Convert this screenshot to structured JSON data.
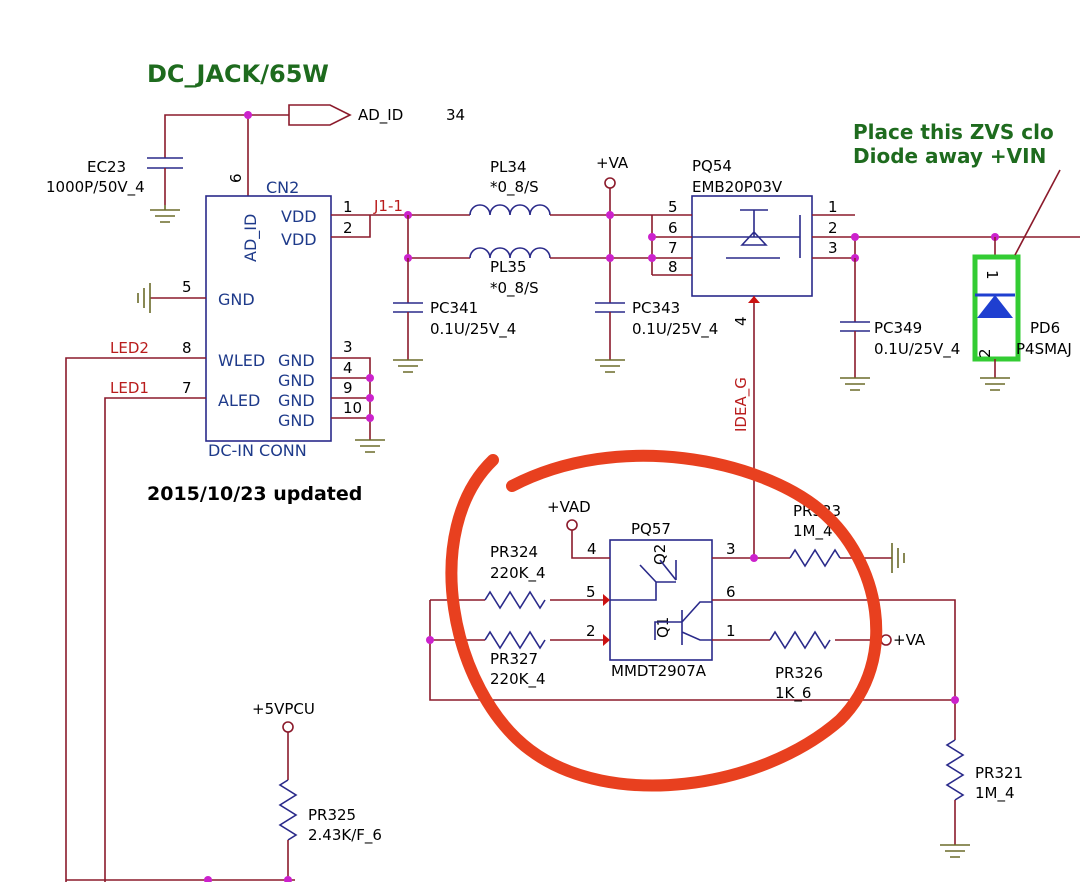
{
  "title": "DC_JACK/65W",
  "note": {
    "line1": "Place this ZVS clo",
    "line2": "Diode away +VIN"
  },
  "updated": "2015/10/23 updated",
  "offpage": {
    "ad_id": "AD_ID",
    "ad_id_num": "34"
  },
  "ec23": {
    "ref": "EC23",
    "value": "1000P/50V_4"
  },
  "cn2": {
    "ref": "CN2",
    "name": "DC-IN CONN",
    "pins": {
      "ad_id": "AD_ID",
      "vdd1": "VDD",
      "vdd2": "VDD",
      "gnd": "GND",
      "wled": "WLED",
      "aled": "ALED",
      "gnd3": "GND",
      "gnd4": "GND",
      "gnd9": "GND",
      "gnd10": "GND"
    },
    "nums": {
      "p6": "6",
      "p1": "1",
      "p2": "2",
      "p5": "5",
      "p8": "8",
      "p7": "7",
      "p3": "3",
      "p4": "4",
      "p9": "9",
      "p10": "10"
    }
  },
  "nets": {
    "j11": "J1-1",
    "led2": "LED2",
    "led1": "LED1",
    "idea_g": "IDEA_G",
    "va_top": "+VA",
    "va_right": "+VA",
    "vad": "+VAD",
    "vpcu": "+5VPCU"
  },
  "pl34": {
    "ref": "PL34",
    "value": "*0_8/S"
  },
  "pl35": {
    "ref": "PL35",
    "value": "*0_8/S"
  },
  "pc341": {
    "ref": "PC341",
    "value": "0.1U/25V_4"
  },
  "pc343": {
    "ref": "PC343",
    "value": "0.1U/25V_4"
  },
  "pc349": {
    "ref": "PC349",
    "value": "0.1U/25V_4"
  },
  "pq54": {
    "ref": "PQ54",
    "value": "EMB20P03V",
    "pins": {
      "p5": "5",
      "p6": "6",
      "p7": "7",
      "p8": "8",
      "p1": "1",
      "p2": "2",
      "p3": "3",
      "p4": "4"
    }
  },
  "pd6": {
    "ref": "PD6",
    "value": "P4SMAJ",
    "p1": "1",
    "p2": "2"
  },
  "pq57": {
    "ref": "PQ57",
    "value": "MMDT2907A",
    "q1": "Q1",
    "q2": "Q2",
    "pins": {
      "p4": "4",
      "p3": "3",
      "p5": "5",
      "p6": "6",
      "p2": "2",
      "p1": "1"
    }
  },
  "pr323": {
    "ref": "PR323",
    "value": "1M_4"
  },
  "pr324": {
    "ref": "PR324",
    "value": "220K_4"
  },
  "pr327": {
    "ref": "PR327",
    "value": "220K_4"
  },
  "pr326": {
    "ref": "PR326",
    "value": "1K_6"
  },
  "pr321": {
    "ref": "PR321",
    "value": "1M_4"
  },
  "pr325": {
    "ref": "PR325",
    "value": "2.43K/F_6"
  },
  "colors": {
    "wire": "#8b1a2b",
    "symbol": "#2a2a8a",
    "junction": "#cc22cc",
    "title": "#1e6b1e",
    "annotation_circle": "#e8401f",
    "highlight": "#33cc33",
    "diode": "#1f3fd0"
  }
}
